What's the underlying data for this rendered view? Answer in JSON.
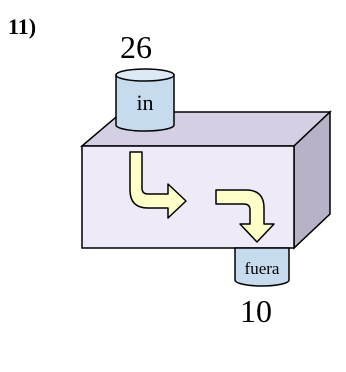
{
  "problem_number": "11)",
  "input_value": "26",
  "input_label": "in",
  "output_label": "fuera",
  "output_value": "10",
  "colors": {
    "box_front": "#eeeaf8",
    "box_top": "#d4cfe2",
    "box_side": "#b8b2c8",
    "cylinder_body": "#c7dbee",
    "cylinder_top": "#dce9f6",
    "arrow_fill": "#ffffc8",
    "outline": "#000000"
  }
}
